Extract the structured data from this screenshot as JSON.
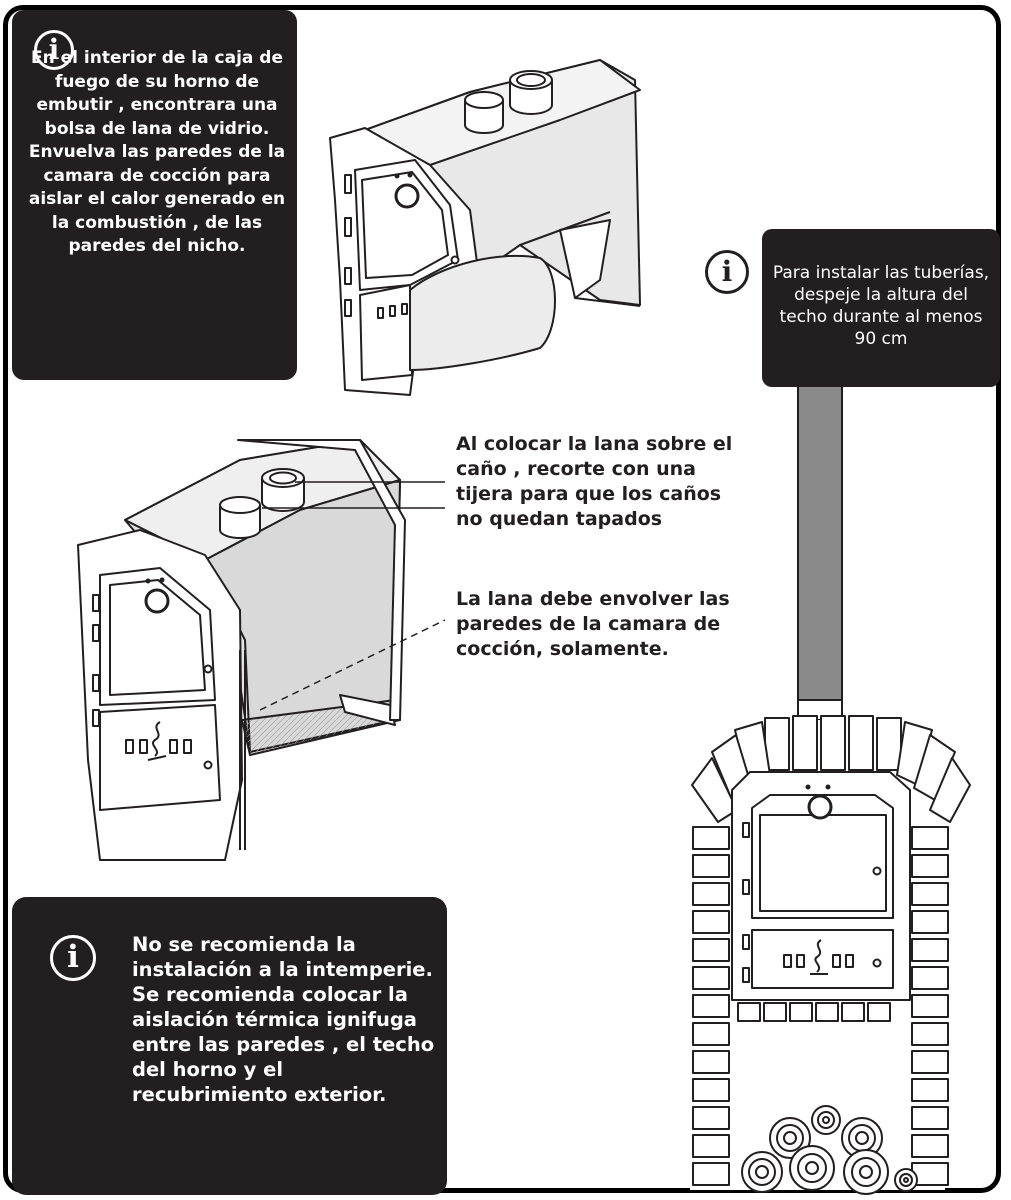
{
  "notes": {
    "top_left": "En el interior de la caja de fuego de su horno de embutir , encontrara una bolsa de lana de vidrio. Envuelva las paredes de la camara de cocción para aislar el calor  generado en la combustión , de las paredes del nicho.",
    "top_right": "Para instalar las tuberías, despeje la altura del techo durante al menos 90 cm",
    "bottom_left": "No se recomienda la instalación  a la intemperie. Se recomienda colocar la aislación térmica ignifuga entre las paredes , el techo del horno y el recubrimiento exterior."
  },
  "annotations": {
    "pipes": "Al colocar la lana sobre el caño , recorte con una tijera para que los caños no quedan tapados",
    "wool": "La lana debe envolver las paredes de la camara de cocción, solamente."
  },
  "icons": {
    "info": "info-icon"
  }
}
